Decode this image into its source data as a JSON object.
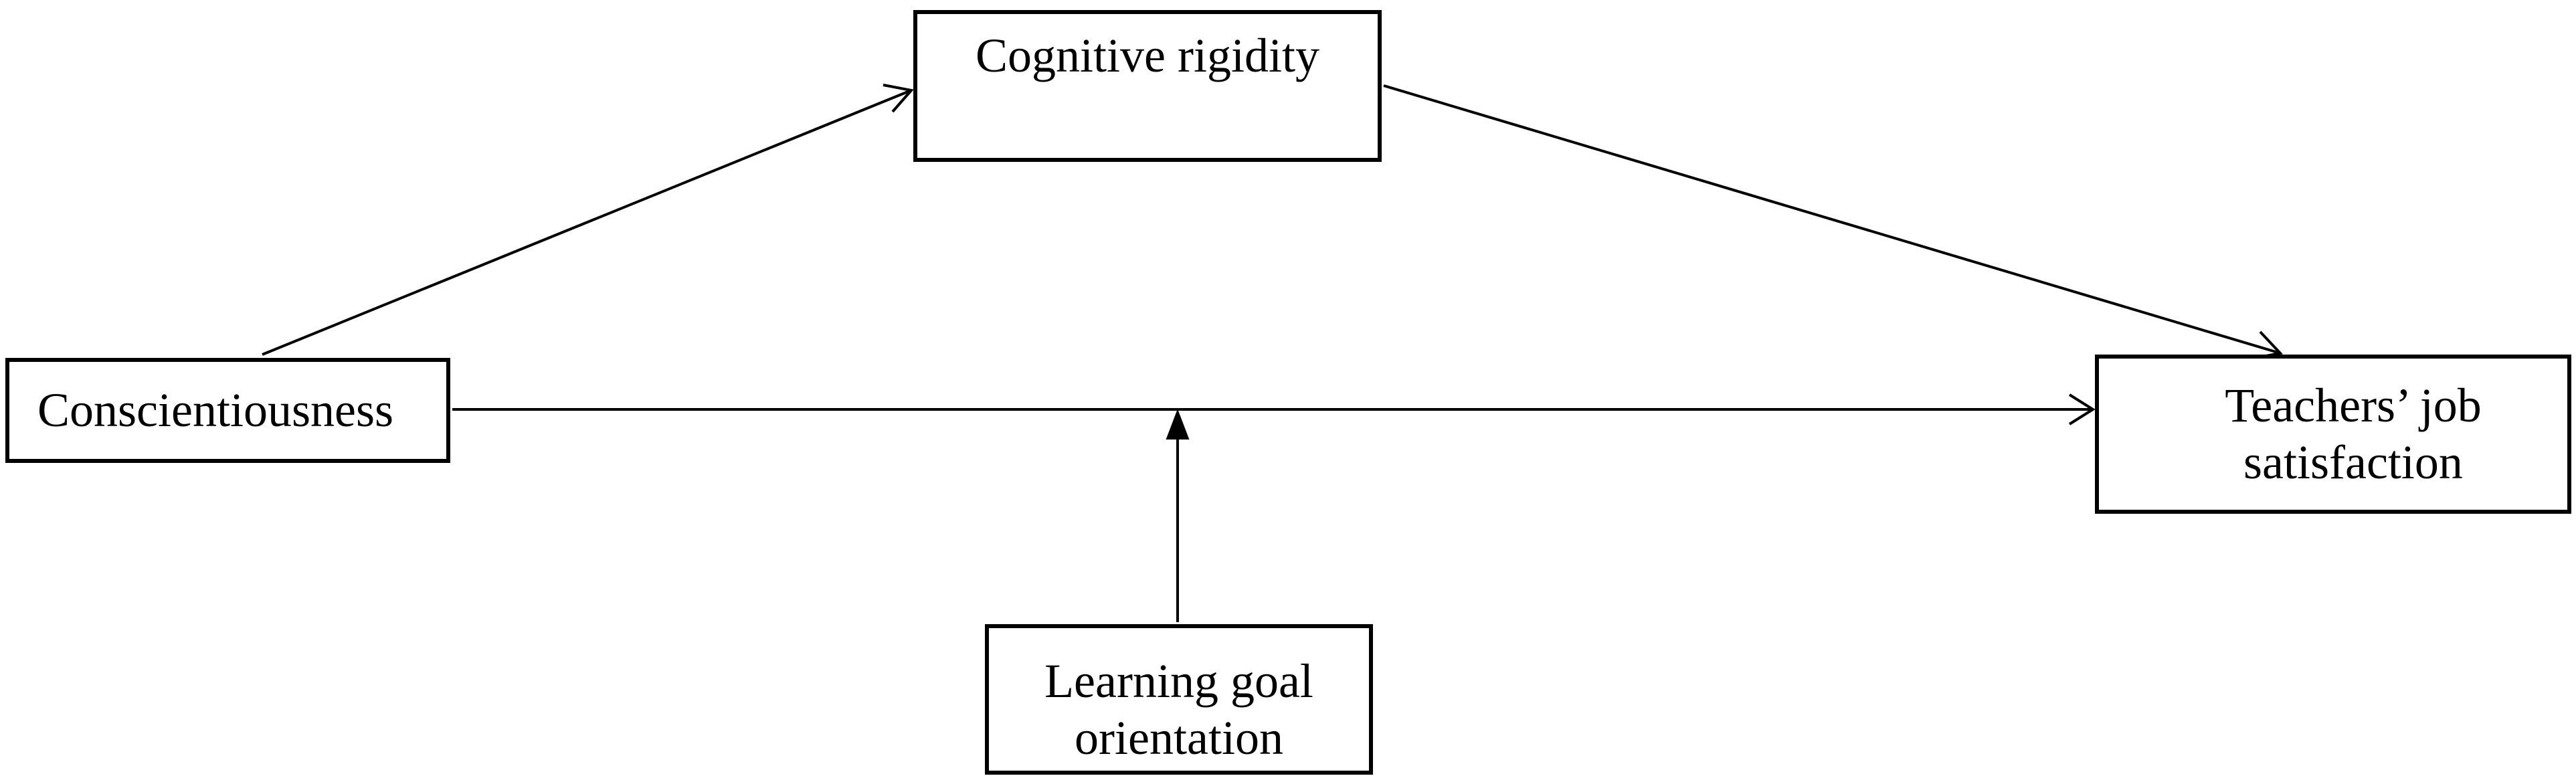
{
  "diagram": {
    "nodes": {
      "cognitive_rigidity": {
        "label": "Cognitive rigidity"
      },
      "conscientiousness": {
        "label": "Conscientiousness"
      },
      "job_satisfaction": {
        "label": "Teachers’ job\nsatisfaction"
      },
      "learning_goal": {
        "label": "Learning goal\norientation"
      }
    },
    "edges": [
      {
        "from": "conscientiousness",
        "to": "cognitive_rigidity",
        "style": "open-arrow"
      },
      {
        "from": "cognitive_rigidity",
        "to": "job_satisfaction",
        "style": "open-arrow"
      },
      {
        "from": "conscientiousness",
        "to": "job_satisfaction",
        "style": "open-arrow"
      },
      {
        "from": "learning_goal",
        "to": "conscientiousness-to-job_satisfaction path",
        "style": "filled-arrow"
      }
    ],
    "colors": {
      "line": "#000000",
      "box_border": "#000000",
      "background": "#ffffff"
    }
  }
}
